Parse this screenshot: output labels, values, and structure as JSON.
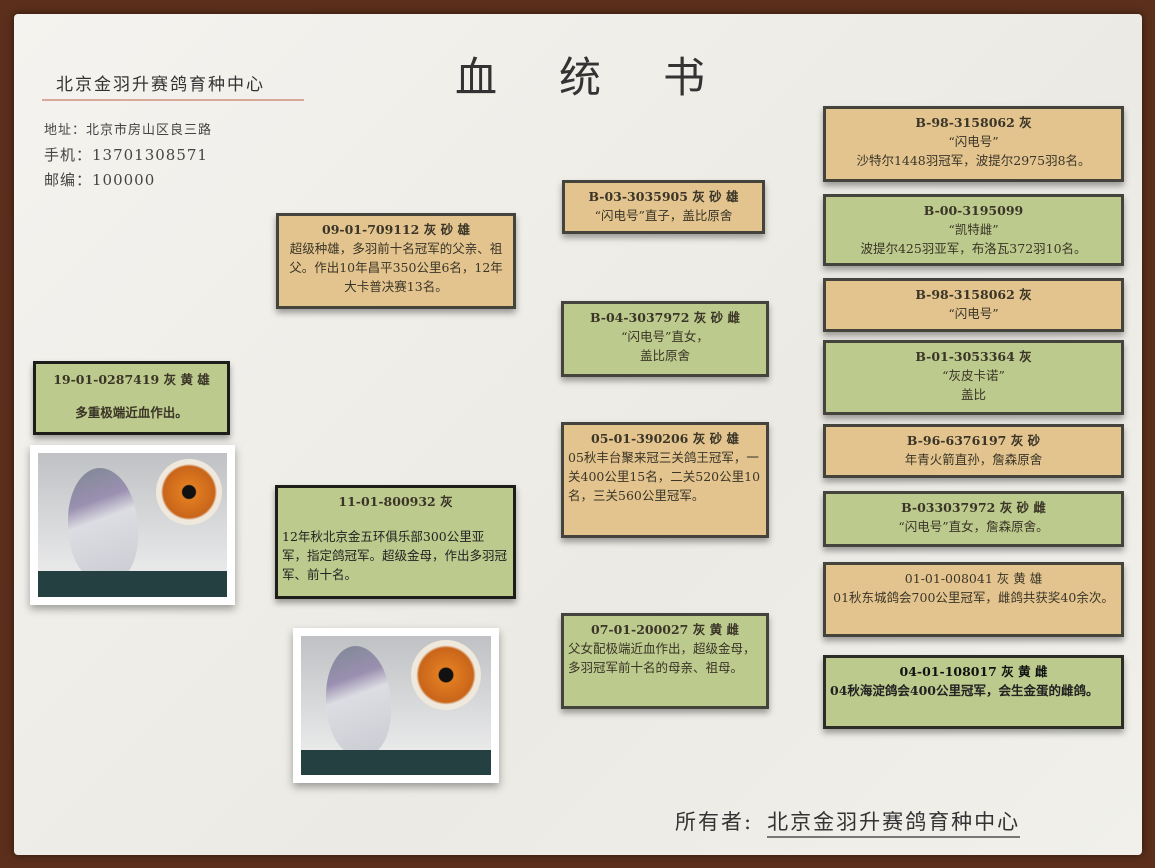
{
  "header": {
    "organization": "北京金羽升赛鸽育种中心",
    "title": "血统书",
    "address": "地址：北京市房山区良三路",
    "phone": "手机：13701308571",
    "postcode": "邮编：100000"
  },
  "subject": {
    "ring": "19-01-0287419 灰 黄 雄",
    "desc": "多重极端近血作出。"
  },
  "sire": {
    "ring": "09-01-709112 灰 砂 雄",
    "desc": "超级种雄，多羽前十名冠军的父亲、祖父。作出10年昌平350公里6名，12年大卡普决赛13名。"
  },
  "dam": {
    "ring": "11-01-800932 灰",
    "desc": "12年秋北京金五环俱乐部300公里亚军，指定鸽冠军。超级金母，作出多羽冠军、前十名。"
  },
  "grandparents": [
    {
      "ring": "B-03-3035905 灰 砂 雄",
      "desc": "“闪电号”直子，盖比原舍"
    },
    {
      "ring": "B-04-3037972 灰 砂 雌",
      "desc": "“闪电号”直女，",
      "desc2": "盖比原舍"
    },
    {
      "ring": "05-01-390206 灰 砂 雄",
      "desc": "05秋丰台聚来冠三关鸽王冠军，一关400公里15名，二关520公里10名，三关560公里冠军。"
    },
    {
      "ring": "07-01-200027 灰 黄 雌",
      "desc": "父女配极端近血作出，超级金母，多羽冠军前十名的母亲、祖母。"
    }
  ],
  "great_grandparents": [
    {
      "ring": "B-98-3158062 灰",
      "name": "“闪电号”",
      "desc": "沙特尔1448羽冠军，波提尔2975羽8名。"
    },
    {
      "ring": "B-00-3195099",
      "name": "“凯特雌”",
      "desc": "波提尔425羽亚军，布洛瓦372羽10名。"
    },
    {
      "ring": "B-98-3158062 灰",
      "name": "“闪电号”"
    },
    {
      "ring": "B-01-3053364 灰",
      "name": "“灰皮卡诺”",
      "desc": "盖比"
    },
    {
      "ring": "B-96-6376197 灰 砂",
      "desc": "年青火箭直孙，詹森原舍"
    },
    {
      "ring": "B-033037972 灰 砂 雌",
      "desc": "“闪电号”直女，詹森原舍。"
    },
    {
      "ring": "01-01-008041 灰 黄 雄",
      "desc": "01秋东城鸽会700公里冠军，雌鸽共获奖40余次。"
    },
    {
      "ring": "04-01-108017 灰 黄 雌",
      "desc": "04秋海淀鸽会400公里冠军，会生金蛋的雌鸽。"
    }
  ],
  "footer": {
    "owner_label": "所有者:",
    "owner": "北京金羽升赛鸽育种中心"
  },
  "colors": {
    "male_box": "#e3c48f",
    "female_box": "#bdca8d",
    "frame": "#5b2f1b"
  }
}
